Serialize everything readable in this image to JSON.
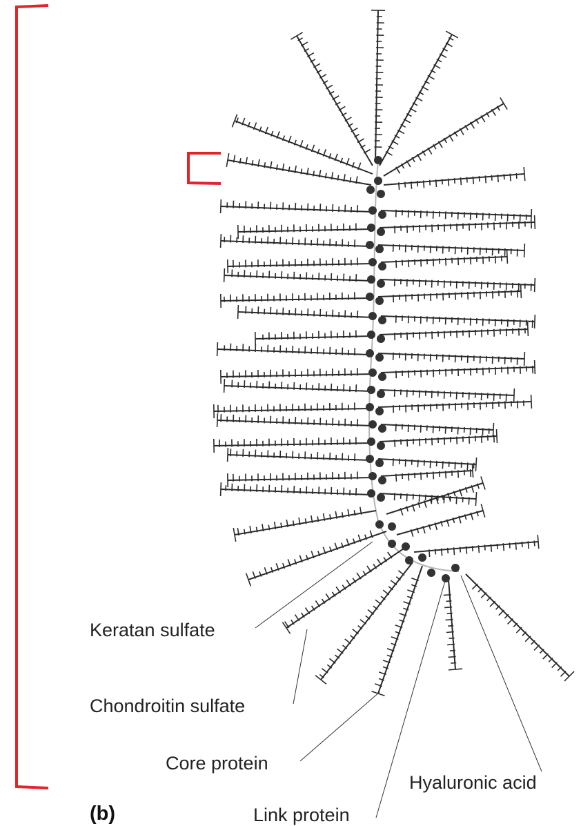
{
  "figure": {
    "panel_label": "(b)",
    "labels": {
      "keratan_sulfate": "Keratan sulfate",
      "chondroitin_sulfate": "Chondroitin sulfate",
      "core_protein": "Core protein",
      "hyaluronic_acid": "Hyaluronic acid",
      "link_protein": "Link protein"
    }
  },
  "colors": {
    "ink": "#2a2a2a",
    "bracket": "#e0262a",
    "backbone": "#b5b5b5",
    "link_node": "#333333"
  }
}
